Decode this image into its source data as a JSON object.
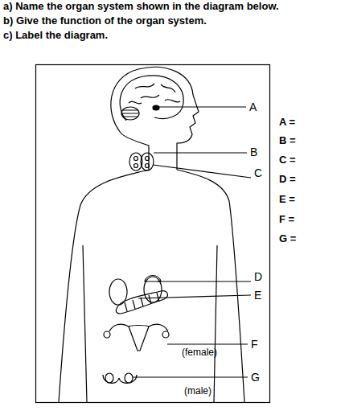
{
  "diagram": {
    "labels": [
      "a) Name the organ system shown in the diagram below.",
      "b) Give the function of the organ system.",
      "c) Label the diagram.",
      "A",
      "B",
      "C",
      "D",
      "E",
      "F",
      "G",
      "(female)",
      "(male)",
      "A =",
      "B =",
      "C =",
      "D =",
      "E =",
      "F =",
      "G ="
    ]
  }
}
